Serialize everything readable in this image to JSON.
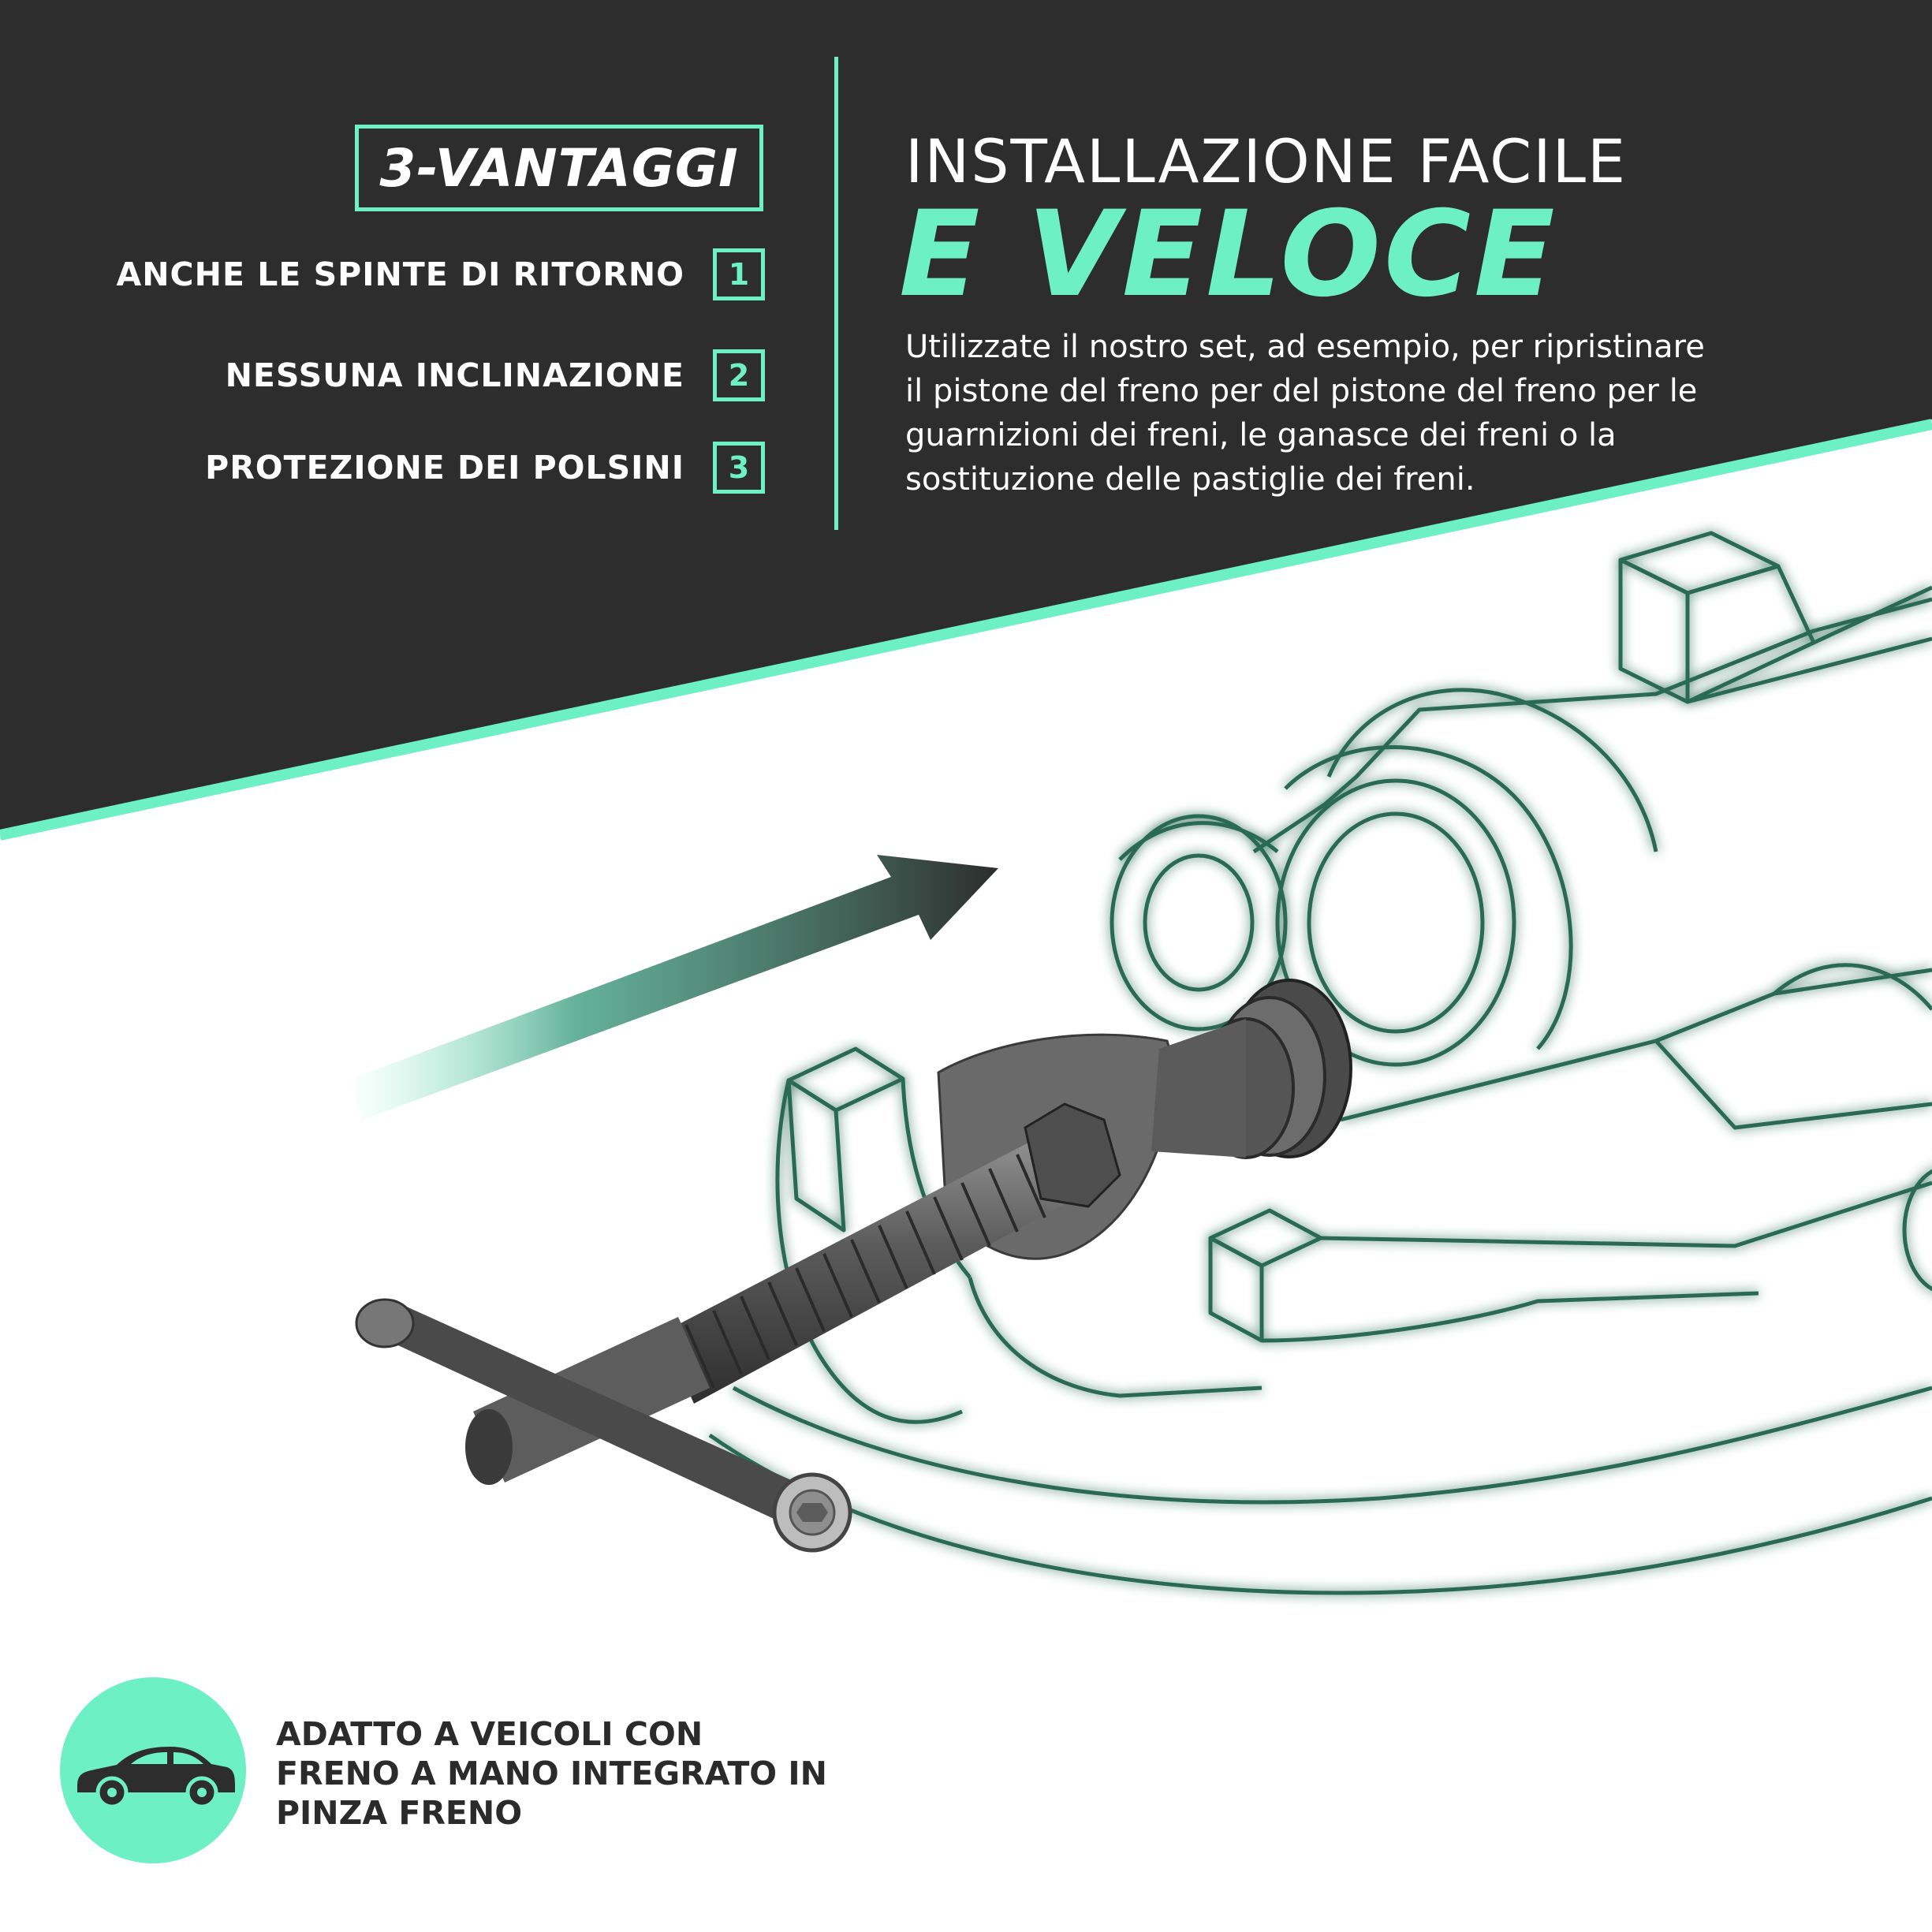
{
  "colors": {
    "dark": "#2d2d2d",
    "accent": "#6ef0c5",
    "white": "#ffffff",
    "text_dark": "#2b2b2b"
  },
  "advantages": {
    "badge": "3-VANTAGGI",
    "items": [
      {
        "label": "ANCHE LE SPINTE DI RITORNO",
        "number": "1"
      },
      {
        "label": "NESSUNA INCLINAZIONE",
        "number": "2"
      },
      {
        "label": "PROTEZIONE DEI POLSINI",
        "number": "3"
      }
    ]
  },
  "headline": {
    "line1": "INSTALLAZIONE FACILE",
    "line2": "E VELOCE"
  },
  "description": {
    "lines": [
      "Utilizzate il nostro set, ad esempio, per ripristinare",
      "il pistone del freno per del pistone del freno per le",
      "guarnizioni dei freni, le ganasce dei freni o la",
      "sostituzione delle pastiglie dei freni."
    ]
  },
  "compatibility": {
    "icon": "car-icon",
    "lines": [
      "ADATTO A VEICOLI CON",
      "FRENO A MANO INTEGRATO IN",
      "PINZA FRENO"
    ]
  },
  "illustration": {
    "caliper": "brake-caliper-outline",
    "tool": "piston-rewind-tool",
    "arrow": "direction-arrow-icon"
  }
}
